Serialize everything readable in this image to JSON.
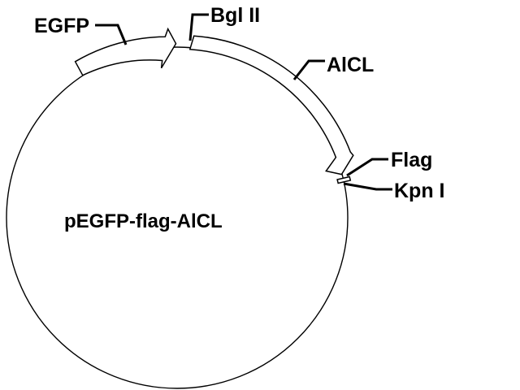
{
  "plasmid": {
    "name": "pEGFP-flag-AlCL"
  },
  "features": {
    "egfp": "EGFP",
    "bgl2": "Bgl II",
    "alcl": "AlCL",
    "flag": "Flag",
    "kpn1": "Kpn I"
  },
  "colors": {
    "line": "#000000",
    "background": "#ffffff",
    "feature_fill": "#ffffff"
  }
}
